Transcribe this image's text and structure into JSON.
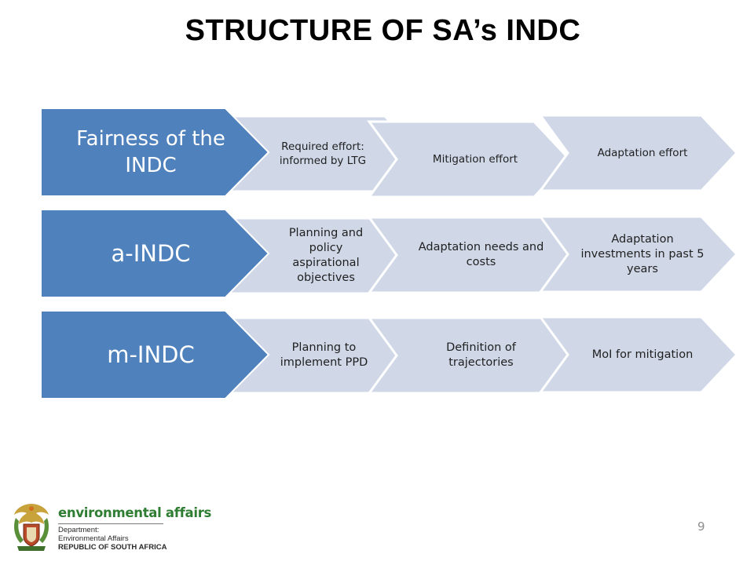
{
  "title": "STRUCTURE OF SA’s INDC",
  "rows": [
    {
      "lead": "Fairness of the INDC",
      "boxes": [
        "Required effort: informed by LTG",
        "Mitigation effort",
        "Adaptation effort"
      ]
    },
    {
      "lead": "a-INDC",
      "boxes": [
        "Planning and policy aspirational objectives",
        "Adaptation needs and costs",
        "Adaptation investments in past 5 years"
      ]
    },
    {
      "lead": "m-INDC",
      "boxes": [
        "Planning to implement PPD",
        "Definition of trajectories",
        "MoI for mitigation"
      ]
    }
  ],
  "logo": {
    "brand": "environmental affairs",
    "line1": "Department:",
    "line2": "Environmental Affairs",
    "line3": "REPUBLIC OF SOUTH AFRICA"
  },
  "page_number": "9",
  "colors": {
    "lead_fill": "#4f81bd",
    "box_fill": "#d0d8e8",
    "brand_green": "#2f7d32"
  }
}
